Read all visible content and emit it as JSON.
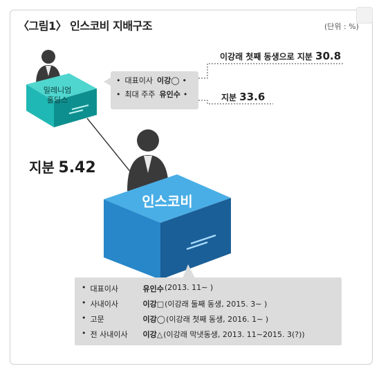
{
  "title": "〈그림1〉 인스코비 지배구조",
  "unit": "(단위 : %)",
  "holding": {
    "line1": "밀레니엄",
    "line2": "홀딩스"
  },
  "company": {
    "name": "인스코비"
  },
  "holding_people": [
    {
      "role": "대표이사",
      "name": "이강◯"
    },
    {
      "role": "최대 주주",
      "name": "유인수"
    }
  ],
  "annotations": {
    "top_label": "이강래 첫째 동생으로 지분",
    "top_value": "30.8",
    "second_label": "지분",
    "second_value": "33.6"
  },
  "big_share": {
    "label": "지분",
    "value": "5.42"
  },
  "executives": [
    {
      "role": "대표이사",
      "name": "유인수",
      "detail": "(2013. 11∼ )"
    },
    {
      "role": "사내이사",
      "name": "이강□",
      "detail": "(이강래 둘째 동생, 2015. 3∼ )"
    },
    {
      "role": "고문",
      "name": "이강◯",
      "detail": "(이강래 첫째 동생, 2016. 1∼ )"
    },
    {
      "role": "전 사내이사",
      "name": "이강△",
      "detail": "(이강래 막냇동생, 2013. 11∼2015. 3(?))"
    }
  ],
  "colors": {
    "teal_top": "#4fd6cf",
    "teal_front": "#1fb8b4",
    "teal_side": "#0e8f8f",
    "blue_top": "#4aaee6",
    "blue_front": "#2787c9",
    "blue_side": "#1a5f97",
    "figure": "#3a3a3a",
    "gray_box": "#dcdcdc"
  }
}
